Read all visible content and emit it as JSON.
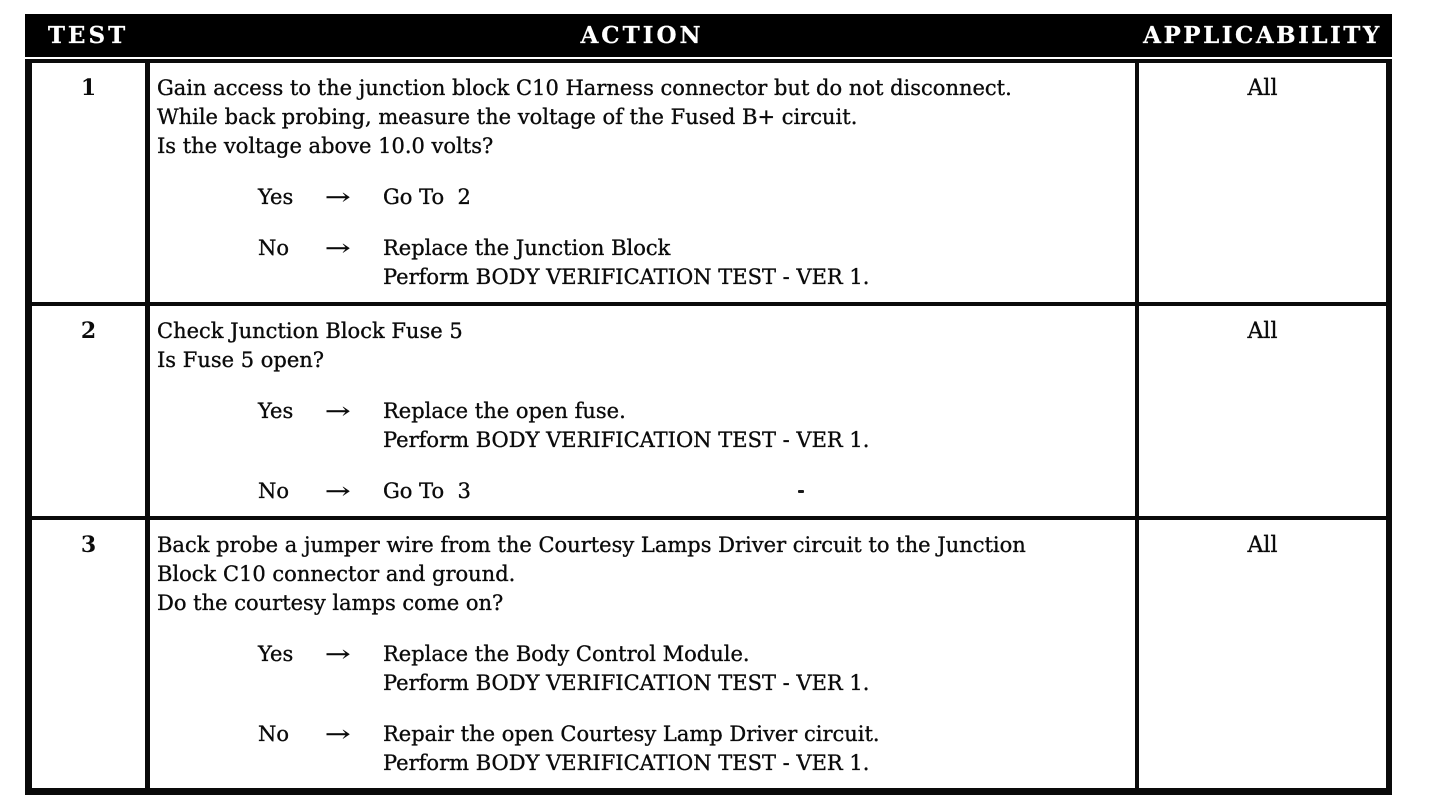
{
  "colors": {
    "ink": "#0b0b0b",
    "paper": "#ffffff",
    "header_bg": "#000000",
    "header_text": "#ffffff"
  },
  "header": {
    "columns": [
      "TEST",
      "ACTION",
      "APPLICABILITY"
    ]
  },
  "rows": [
    {
      "test": "1",
      "applicability": "All",
      "question_lines": [
        "Gain access to the junction block C10 Harness connector but do not disconnect.",
        "While back probing, measure the voltage of the Fused B+ circuit.",
        "Is the voltage above 10.0 volts?"
      ],
      "branches": [
        {
          "label": "Yes",
          "arrow": "→",
          "actions": [
            "Go To  2"
          ]
        },
        {
          "label": "No",
          "arrow": "→",
          "actions": [
            "Replace the Junction Block",
            "Perform BODY VERIFICATION TEST - VER 1."
          ]
        }
      ]
    },
    {
      "test": "2",
      "applicability": "All",
      "question_lines": [
        "Check Junction Block Fuse 5",
        "Is Fuse 5 open?"
      ],
      "branches": [
        {
          "label": "Yes",
          "arrow": "→",
          "actions": [
            "Replace the open fuse.",
            "Perform BODY VERIFICATION TEST - VER 1."
          ]
        },
        {
          "label": "No",
          "arrow": "→",
          "actions": [
            "Go To  3"
          ]
        }
      ]
    },
    {
      "test": "3",
      "applicability": "All",
      "question_lines": [
        "Back probe a jumper wire from the Courtesy Lamps Driver circuit to the Junction",
        "Block C10 connector and ground.",
        "Do the courtesy lamps come on?"
      ],
      "branches": [
        {
          "label": "Yes",
          "arrow": "→",
          "actions": [
            "Replace the Body Control Module.",
            "Perform BODY VERIFICATION TEST - VER 1."
          ]
        },
        {
          "label": "No",
          "arrow": "→",
          "actions": [
            "Repair the open Courtesy Lamp Driver circuit.",
            "Perform BODY VERIFICATION TEST - VER 1."
          ]
        }
      ]
    }
  ]
}
